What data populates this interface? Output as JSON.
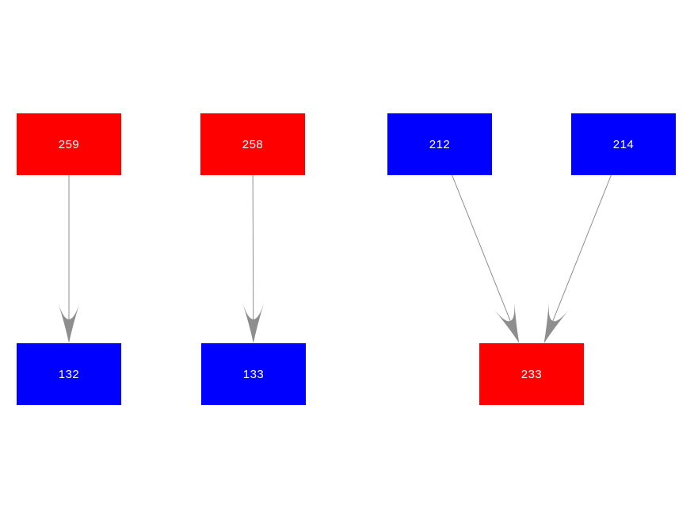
{
  "diagram": {
    "type": "graph",
    "background": "#ffffff",
    "text_color": "#ffffff",
    "colors": {
      "red": "#ff0000",
      "blue": "#0000ff",
      "edge": "#8e8e8e"
    },
    "nodes": [
      {
        "id": "259",
        "label": "259",
        "color": "red",
        "row": "top"
      },
      {
        "id": "258",
        "label": "258",
        "color": "red",
        "row": "top"
      },
      {
        "id": "212",
        "label": "212",
        "color": "blue",
        "row": "top"
      },
      {
        "id": "214",
        "label": "214",
        "color": "blue",
        "row": "top"
      },
      {
        "id": "132",
        "label": "132",
        "color": "blue",
        "row": "bottom"
      },
      {
        "id": "133",
        "label": "133",
        "color": "blue",
        "row": "bottom"
      },
      {
        "id": "233",
        "label": "233",
        "color": "red",
        "row": "bottom"
      }
    ],
    "edges": [
      {
        "from": "259",
        "to": "132"
      },
      {
        "from": "258",
        "to": "133"
      },
      {
        "from": "212",
        "to": "233"
      },
      {
        "from": "214",
        "to": "233"
      }
    ]
  }
}
